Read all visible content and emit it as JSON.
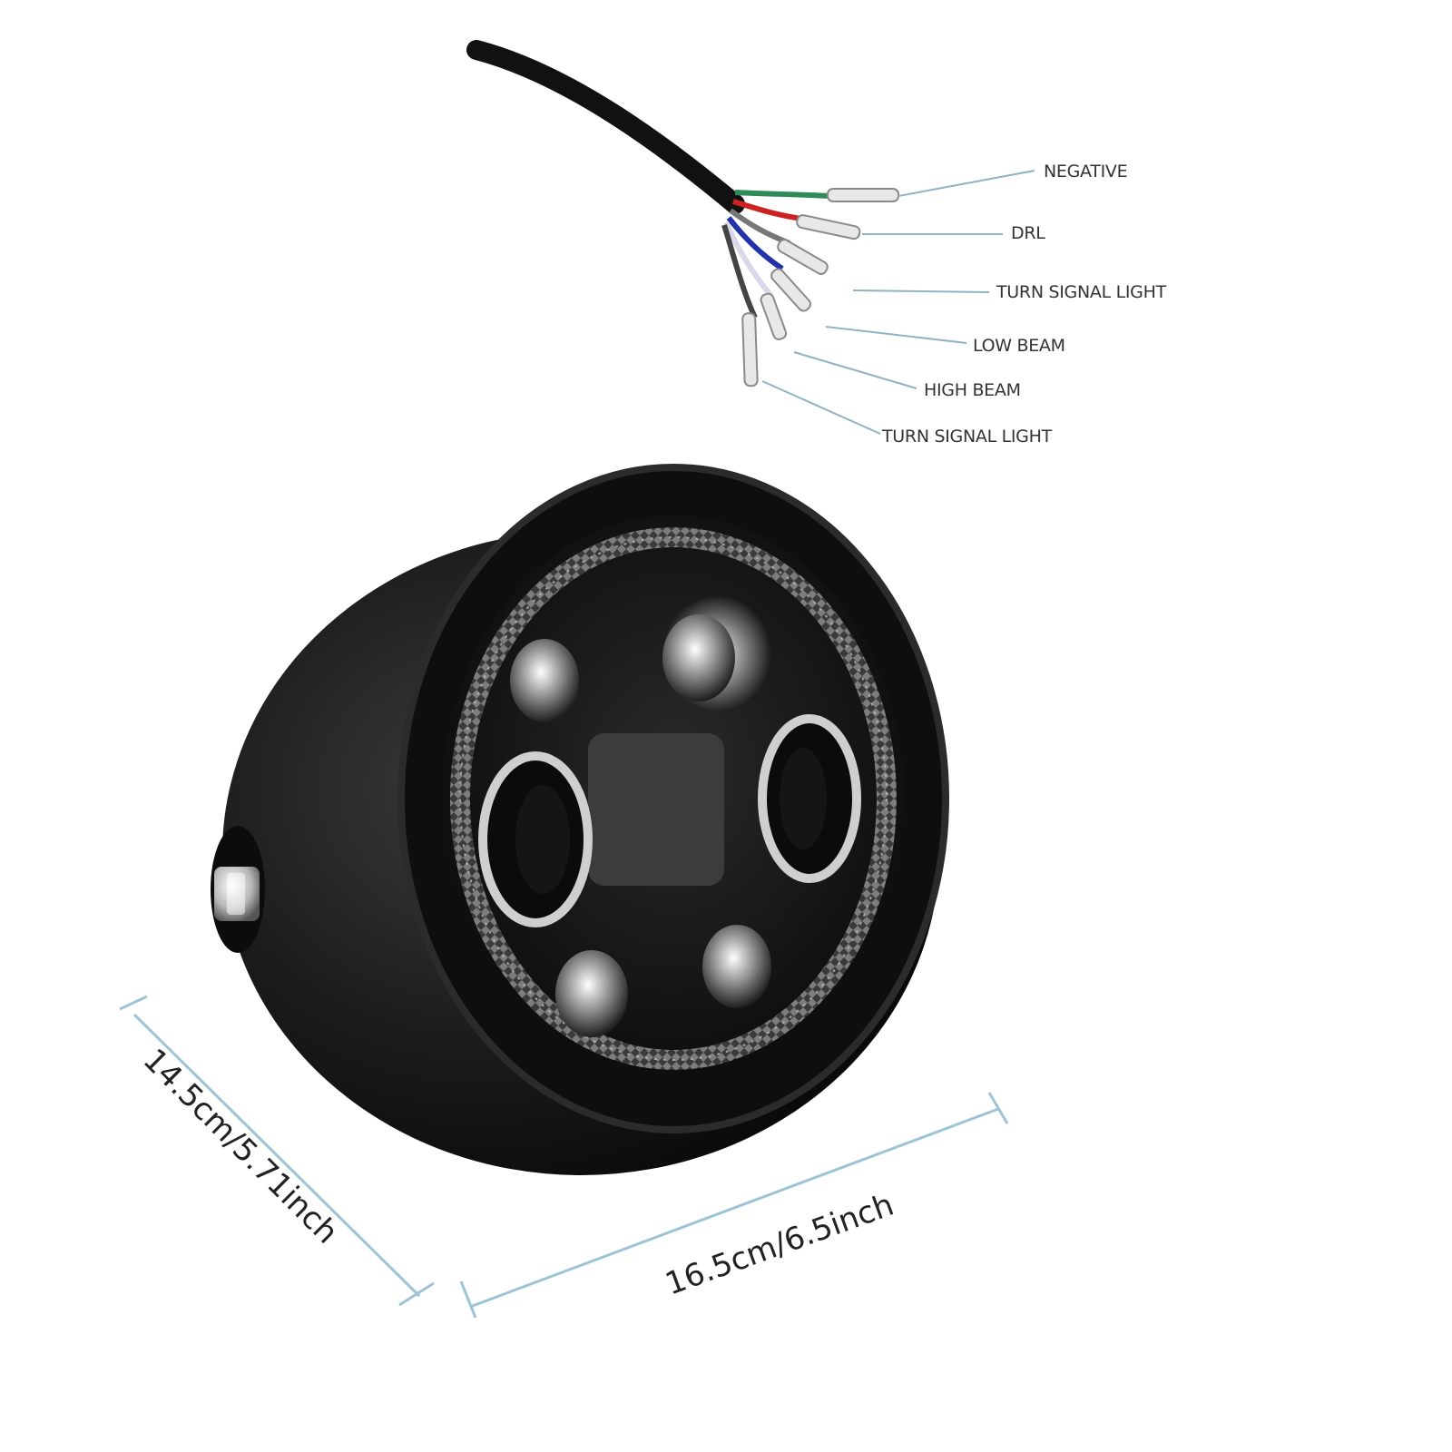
{
  "wiring": {
    "labels": [
      {
        "id": "negative",
        "text": "NEGATIVE"
      },
      {
        "id": "drl",
        "text": "DRL"
      },
      {
        "id": "turn-signal-1",
        "text": "TURN SIGNAL LIGHT"
      },
      {
        "id": "low-beam",
        "text": "LOW BEAM"
      },
      {
        "id": "high-beam",
        "text": "HIGH BEAM"
      },
      {
        "id": "turn-signal-2",
        "text": "TURN SIGNAL LIGHT"
      }
    ],
    "wire_colors": [
      "#2e8b57",
      "#cc2222",
      "#888888",
      "#2233aa",
      "#cccccc",
      "#555555"
    ],
    "leader_color": "#8fb3c4"
  },
  "dimensions": {
    "height": "14.5cm/5.71inch",
    "width": "16.5cm/6.5inch",
    "line_color": "#9cc3d6"
  },
  "product": {
    "housing_color": "#121212",
    "lens_color": "#1a1a1a",
    "led_glow": "#f2f2f2"
  }
}
